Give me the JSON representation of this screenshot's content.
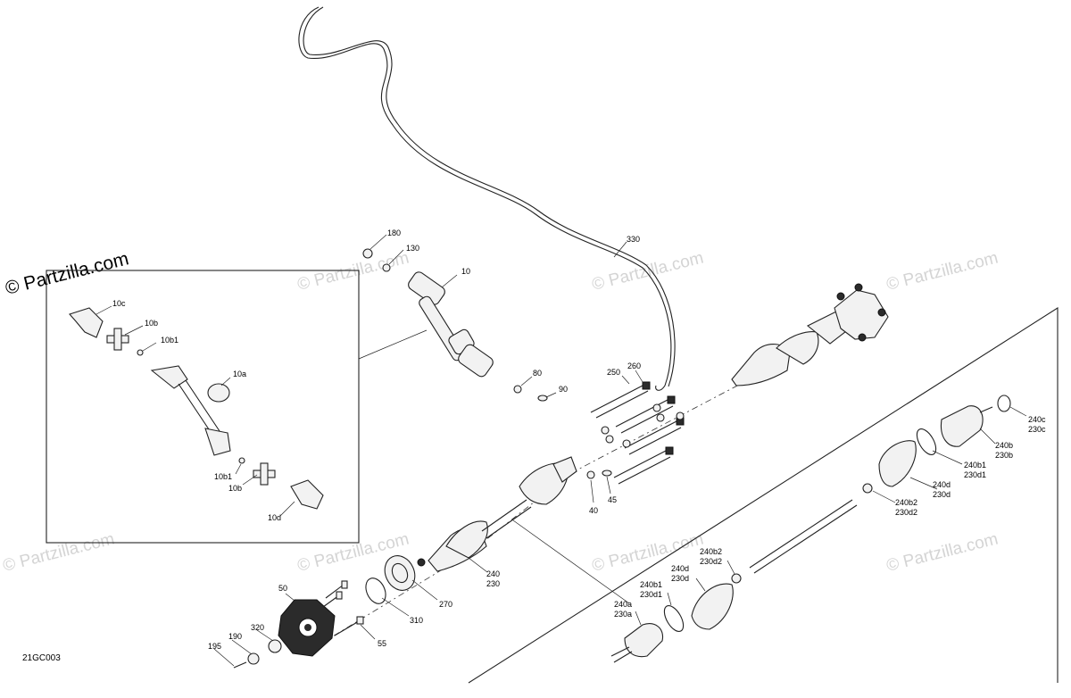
{
  "copyright": "© Partzilla.com",
  "watermark": "© Partzilla.com",
  "diagram_code": "21GC003",
  "callouts": {
    "c10": "10",
    "c10c": "10c",
    "c10b_top": "10b",
    "c10b1_top": "10b1",
    "c10a": "10a",
    "c10b1_bot": "10b1",
    "c10b_bot": "10b",
    "c10d": "10d",
    "c180": "180",
    "c130": "130",
    "c330": "330",
    "c80": "80",
    "c90": "90",
    "c250": "250",
    "c260": "260",
    "c40": "40",
    "c45": "45",
    "c240": "240",
    "c230": "230",
    "c270": "270",
    "c310": "310",
    "c50": "50",
    "c55": "55",
    "c320": "320",
    "c190": "190",
    "c195": "195",
    "c240c": "240c",
    "c230c": "230c",
    "c240b": "240b",
    "c230b": "230b",
    "c240b1_r": "240b1",
    "c230d1_r": "230d1",
    "c240d_r": "240d",
    "c230d_r": "230d",
    "c240b2_r": "240b2",
    "c230d2_r": "230d2",
    "c240b2_l": "240b2",
    "c230d2_l": "230d2",
    "c240d_l": "240d",
    "c230d_l": "230d",
    "c240b1_l": "240b1",
    "c230d1_l": "230d1",
    "c240a": "240a",
    "c230a": "230a"
  }
}
